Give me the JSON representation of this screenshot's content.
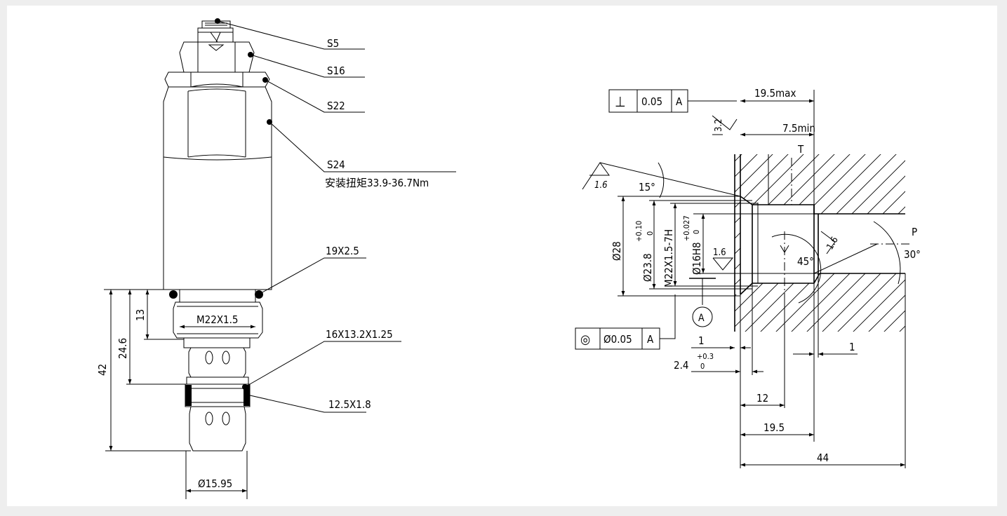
{
  "cartridge": {
    "callouts": {
      "s5": "S5",
      "s16": "S16",
      "s22": "S22",
      "s24": "S24",
      "torque": "安装扭矩33.9-36.7Nm",
      "oring_top": "19X2.5",
      "oring_mid": "16X13.2X1.25",
      "oring_bottom": "12.5X1.8"
    },
    "dims": {
      "thread": "M22X1.5",
      "d13": "13",
      "d24_6": "24.6",
      "d42": "42",
      "dia_15_95": "Ø15.95"
    }
  },
  "cavity": {
    "perp_tol": {
      "symbol": "⊥",
      "value": "0.05",
      "datum": "A"
    },
    "conc_tol": {
      "symbol": "◎",
      "value": "Ø0.05",
      "datum": "A"
    },
    "datum": "A",
    "roughness": {
      "r3_2": "3.2",
      "r1_6_a": "1.6",
      "r1_6_b": "1.6",
      "r1_6_c": "1.6"
    },
    "dims": {
      "d19_5max": "19.5max",
      "d7_5min": "7.5min",
      "port_t": "T",
      "port_p": "P",
      "a15": "15°",
      "a45": "45°",
      "a30": "30°",
      "dia28": "Ø28",
      "dia23_8": "Ø23.8",
      "tol23_8_up": "+0.10",
      "tol23_8_lo": "0",
      "thread": "M22X1.5-7H",
      "dia16": "Ø16H8",
      "tol16_up": "+0.027",
      "tol16_lo": "0",
      "d1_left": "1",
      "d2_4": "2.4",
      "tol2_4_up": "+0.3",
      "tol2_4_lo": "0",
      "d1_right": "1",
      "d12": "12",
      "d19_5": "19.5",
      "d44": "44"
    }
  }
}
